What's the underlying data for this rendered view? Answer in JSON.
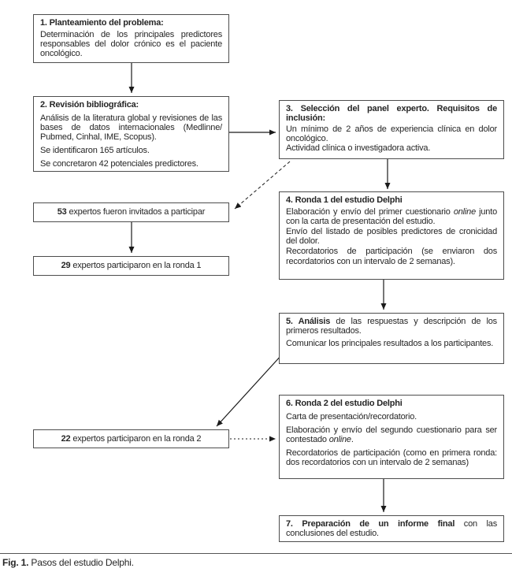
{
  "figure": {
    "caption_label": "Fig. 1.",
    "caption_text": " Pasos del estudio Delphi."
  },
  "colors": {
    "box_border": "#4d4d4d",
    "arrow": "#1a1a1a",
    "text": "#262626"
  },
  "boxes": {
    "step1": {
      "title": "1. Planteamiento del problema:",
      "p1": "Determinación de los principales predictores responsables del dolor crónico es el paciente oncológico."
    },
    "step2": {
      "title": "2. Revisión bibliográfica:",
      "p1": "Análisis de la literatura global y revisiones de las bases de datos internacionales (Medlinne/ Pubmed, Cinhal, IME, Scopus).",
      "p2": "Se identificaron 165 artículos.",
      "p3": "Se concretaron 42 potenciales predictores."
    },
    "step3": {
      "title": "3. Selección del panel experto. Requisitos de inclusión:",
      "p1": "Un mínimo de 2 años de experiencia clínica en dolor oncológico.",
      "p2": "Actividad clínica o investigadora activa."
    },
    "step4": {
      "title": "4. Ronda 1 del estudio Delphi",
      "p1a": "Elaboración y envío del primer cuestionario ",
      "p1b": "online",
      "p1c": " junto con la carta de presentación del estudio.",
      "p2": "Envío del listado de posibles predictores de cronicidad del dolor.",
      "p3": "Recordatorios de participación (se enviaron dos recordatorios con un intervalo de 2 semanas)."
    },
    "step5": {
      "title_bold": "5. Análisis",
      "title_rest": " de las respuestas y descripción de los primeros resultados.",
      "p2": "Comunicar los principales resultados a los participantes."
    },
    "step6": {
      "title": "6. Ronda 2 del estudio Delphi",
      "p1": "Carta de presentación/recordatorio.",
      "p2a": "Elaboración y envío del segundo cuestionario para ser contestado ",
      "p2b": "online",
      "p2c": ".",
      "p3": "Recordatorios de participación (como en primera ronda: dos recordatorios con un intervalo de 2 semanas)"
    },
    "step7": {
      "title_bold": "7. Preparación de un informe final",
      "title_rest": " con las conclusiones del estudio."
    },
    "experts_invited": {
      "number": "53",
      "text": " expertos fueron invitados a participar"
    },
    "experts_round1": {
      "number": "29",
      "text": " expertos participaron en la ronda 1"
    },
    "experts_round2": {
      "number": "22",
      "text": " expertos participaron en la ronda 2"
    }
  }
}
